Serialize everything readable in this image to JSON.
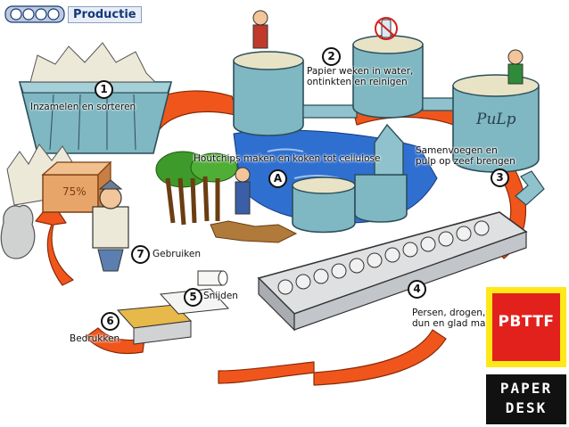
{
  "header": {
    "title": "Productie"
  },
  "steps": [
    {
      "number": "1",
      "label": "Inzamelen en sorteren"
    },
    {
      "number": "2",
      "label_line1": "Papier weken in water,",
      "label_line2": "ontinkten en reinigen"
    },
    {
      "number": "3",
      "label_line1": "Samenvoegen en",
      "label_line2": "pulp op zeef brengen"
    },
    {
      "number": "A",
      "label": "Houtchips maken en koken tot cellulose"
    },
    {
      "number": "4",
      "label_line1": "Persen, drogen,",
      "label_line2": "dun en glad maken"
    },
    {
      "number": "5",
      "label": "Snijden"
    },
    {
      "number": "6",
      "label": "Bedrukken"
    },
    {
      "number": "7",
      "label": "Gebruiken"
    }
  ],
  "illustration_text": {
    "tank_word": "PuLp",
    "box_percent": "75%"
  },
  "logos": {
    "pbttf": "PBTTF",
    "paperdesk_line1": "PAPER",
    "paperdesk_line2": "DESK"
  },
  "colors": {
    "flow_arrow": "#f0561c",
    "water": "#2f6fd0",
    "tank": "#7fb7c2",
    "tank_stroke": "#2b4f5a",
    "pbttf_red": "#e2211c",
    "pbttf_yellow": "#ffe81a"
  },
  "icons": [
    "film-reel-icon",
    "no-bottle-icon"
  ]
}
